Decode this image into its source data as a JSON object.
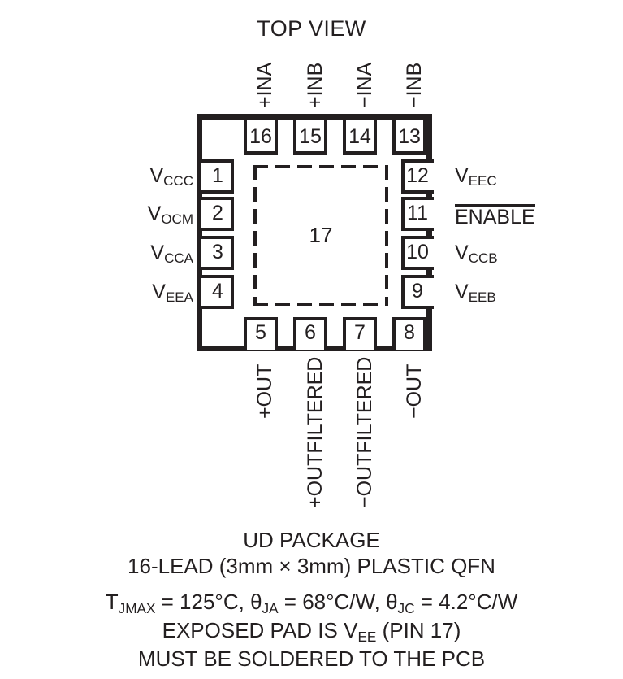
{
  "title": "TOP VIEW",
  "package": {
    "exposed_pad_number": "17"
  },
  "pins": {
    "top": [
      {
        "number": "16",
        "label": "+INA"
      },
      {
        "number": "15",
        "label": "+INB"
      },
      {
        "number": "14",
        "label": "−INA"
      },
      {
        "number": "13",
        "label": "−INB"
      }
    ],
    "left": [
      {
        "number": "1",
        "label_main": "V",
        "label_sub": "CCC"
      },
      {
        "number": "2",
        "label_main": "V",
        "label_sub": "OCM"
      },
      {
        "number": "3",
        "label_main": "V",
        "label_sub": "CCA"
      },
      {
        "number": "4",
        "label_main": "V",
        "label_sub": "EEA"
      }
    ],
    "right": [
      {
        "number": "12",
        "label_main": "V",
        "label_sub": "EEC",
        "overline": false
      },
      {
        "number": "11",
        "label_main": "ENABLE",
        "label_sub": "",
        "overline": true
      },
      {
        "number": "10",
        "label_main": "V",
        "label_sub": "CCB",
        "overline": false
      },
      {
        "number": "9",
        "label_main": "V",
        "label_sub": "EEB",
        "overline": false
      }
    ],
    "bottom": [
      {
        "number": "5",
        "label": "+OUT"
      },
      {
        "number": "6",
        "label": "+OUTFILTERED"
      },
      {
        "number": "7",
        "label": "−OUTFILTERED"
      },
      {
        "number": "8",
        "label": "−OUT"
      }
    ]
  },
  "caption": {
    "package_name": "UD PACKAGE",
    "package_desc": "16-LEAD (3mm × 3mm) PLASTIC QFN",
    "thermal": {
      "tjmax_symbol": "T",
      "tjmax_sub": "JMAX",
      "tjmax_value": " = 125°C, ",
      "theta_ja_symbol": "θ",
      "theta_ja_sub": "JA",
      "theta_ja_value": " = 68°C/W, ",
      "theta_jc_symbol": "θ",
      "theta_jc_sub": "JC",
      "theta_jc_value": " = 4.2°C/W"
    },
    "exposed_pad_pre": "EXPOSED PAD IS V",
    "exposed_pad_sub": "EE",
    "exposed_pad_post": " (PIN 17)",
    "solder_note": "MUST BE SOLDERED TO THE PCB"
  },
  "colors": {
    "ink": "#231f20",
    "background": "#ffffff"
  }
}
